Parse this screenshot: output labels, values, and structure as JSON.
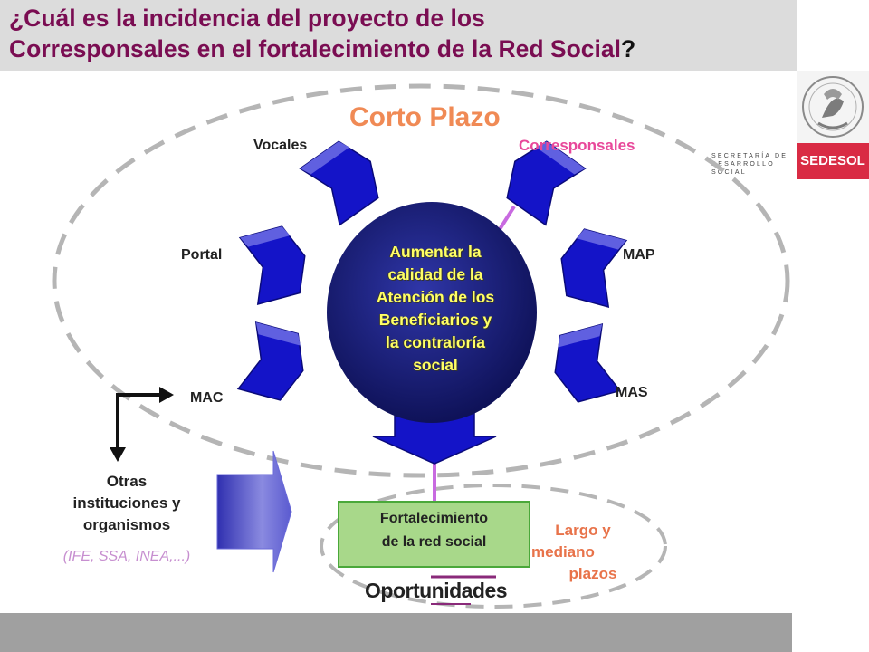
{
  "header": {
    "title_line1": "¿Cuál es la incidencia del proyecto de los",
    "title_line2": "Corresponsales en el fortalecimiento de la Red Social",
    "title_mark": "?"
  },
  "logo": {
    "name": "SEDESOL",
    "secretaria_line1": "SECRETARÍA DE",
    "secretaria_line2": "DESARROLLO SOCIAL",
    "seal_icon": "mexican-coat-of-arms-seal-icon"
  },
  "diagram": {
    "short_term_label": "Corto Plazo",
    "nodes": {
      "vocales": "Vocales",
      "corresponsales": "Corresponsales",
      "portal": "Portal",
      "map": "MAP",
      "mac": "MAC",
      "mas": "MAS"
    },
    "center": {
      "line1": "Aumentar la",
      "line2": "calidad de la",
      "line3": "Atención de los",
      "line4": "Beneficiarios y",
      "line5": "la contraloría",
      "line6": "social"
    },
    "result": {
      "line1": "Fortalecimiento",
      "line2": "de la red social"
    },
    "long_term": {
      "line1": "Largo y",
      "line2": "mediano",
      "line3": "plazos"
    },
    "other_institutions": {
      "line1": "Otras",
      "line2": "instituciones y",
      "line3": "organismos",
      "examples": "(IFE, SSA, INEA,...)"
    },
    "program_logo": "Oportunidades"
  },
  "colors": {
    "title": "#7a0d52",
    "arrow_blue": "#1414c8",
    "center_fill": "#1a1f80",
    "highlight_pink": "#e8489a",
    "orange": "#f08a55",
    "green_box": "#a8d88a",
    "sedesol_red": "#d92b44"
  }
}
